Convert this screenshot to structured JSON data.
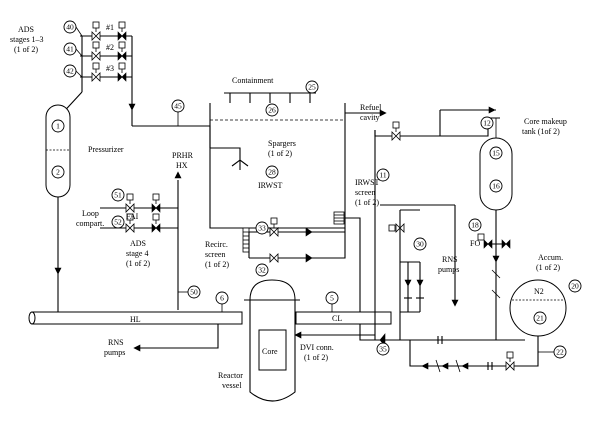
{
  "labels": {
    "ads13_line1": "ADS",
    "ads13_line2": "stages 1–3",
    "ads13_line3": "(1 of 2)",
    "stage1": "#1",
    "stage2": "#2",
    "stage3": "#3",
    "pressurizer": "Pressurizer",
    "containment": "Containment",
    "refuel_line1": "Refuel",
    "refuel_line2": "cavity",
    "spargers_line1": "Spargers",
    "spargers_line2": "(1 of 2)",
    "irwst": "IRWST",
    "irwst_screen_line1": "IRWST",
    "irwst_screen_line2": "screen",
    "irwst_screen_line3": "(1 of 2)",
    "prhr_line1": "PRHR",
    "prhr_line2": "HX",
    "fai": "FAI",
    "loop_line1": "Loop",
    "loop_line2": "compart.",
    "ads4_line1": "ADS",
    "ads4_line2": "stage 4",
    "ads4_line3": "(1 of 2)",
    "recirc_line1": "Recirc.",
    "recirc_line2": "screen",
    "recirc_line3": "(1 of 2)",
    "cmt_line1": "Core makeup",
    "cmt_line2": "tank (1of 2)",
    "fo": "FO",
    "rns_pumps_right_line1": "RNS",
    "rns_pumps_right_line2": "pumps",
    "accum_line1": "Accum.",
    "accum_line2": "(1 of 2)",
    "n2": "N2",
    "hl": "HL",
    "cl": "CL",
    "core": "Core",
    "rns_pumps_left_line1": "RNS",
    "rns_pumps_left_line2": "pumps",
    "reactor_line1": "Reactor",
    "reactor_line2": "vessel",
    "dvi_line1": "DVI conn.",
    "dvi_line2": "(1 of 2)"
  },
  "bubbles": {
    "b40": "40",
    "b41": "41",
    "b42": "42",
    "b1": "1",
    "b2": "2",
    "b45": "45",
    "b25": "25",
    "b26": "26",
    "b28": "28",
    "b11": "11",
    "b12": "12",
    "b15": "15",
    "b16": "16",
    "b18": "18",
    "b51": "51",
    "b52": "52",
    "b50": "50",
    "b33": "33",
    "b32": "32",
    "b30": "30",
    "b6": "6",
    "b5": "5",
    "b35": "35",
    "b20": "20",
    "b21": "21",
    "b22": "22"
  }
}
